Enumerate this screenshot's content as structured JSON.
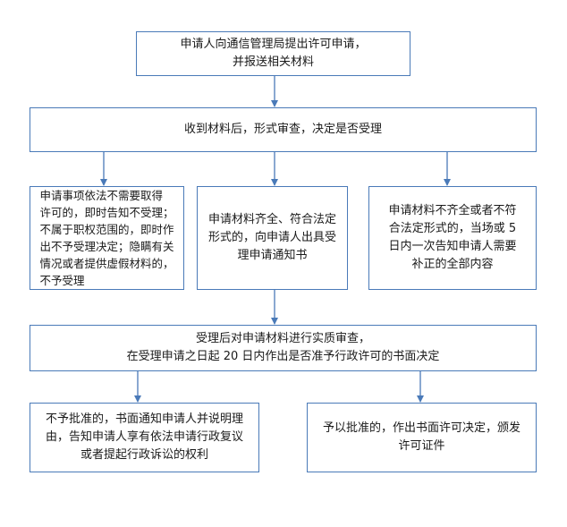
{
  "flowchart": {
    "step1": "申请人向通信管理局提出许可申请，\n并报送相关材料",
    "step2": "收到材料后，形式审查，决定是否受理",
    "branch_left": "申请事项依法不需要取得\n许可的，即时告知不受理；\n不属于职权范围的，即时作\n出不予受理决定；隐瞒有关\n情况或者提供虚假材料的，\n不予受理",
    "branch_middle": "申请材料齐全、符合法定\n形式的，向申请人出具受\n理申请通知书",
    "branch_right": "申请材料不齐全或者不符\n合法定形式的，当场或 5\n日内一次告知申请人需要\n补正的全部内容",
    "step3": "受理后对申请材料进行实质审查，\n在受理申请之日起 20 日内作出是否准予行政许可的书面决定",
    "result_reject": "不予批准的，书面通知申请人并说明理\n由，告知申请人享有依法申请行政复议\n或者提起行政诉讼的权利",
    "result_approve": "予以批准的，作出书面许可决定，颁发\n许可证件"
  },
  "colors": {
    "border": "#4a7ab8",
    "arrow": "#4a7ab8"
  }
}
